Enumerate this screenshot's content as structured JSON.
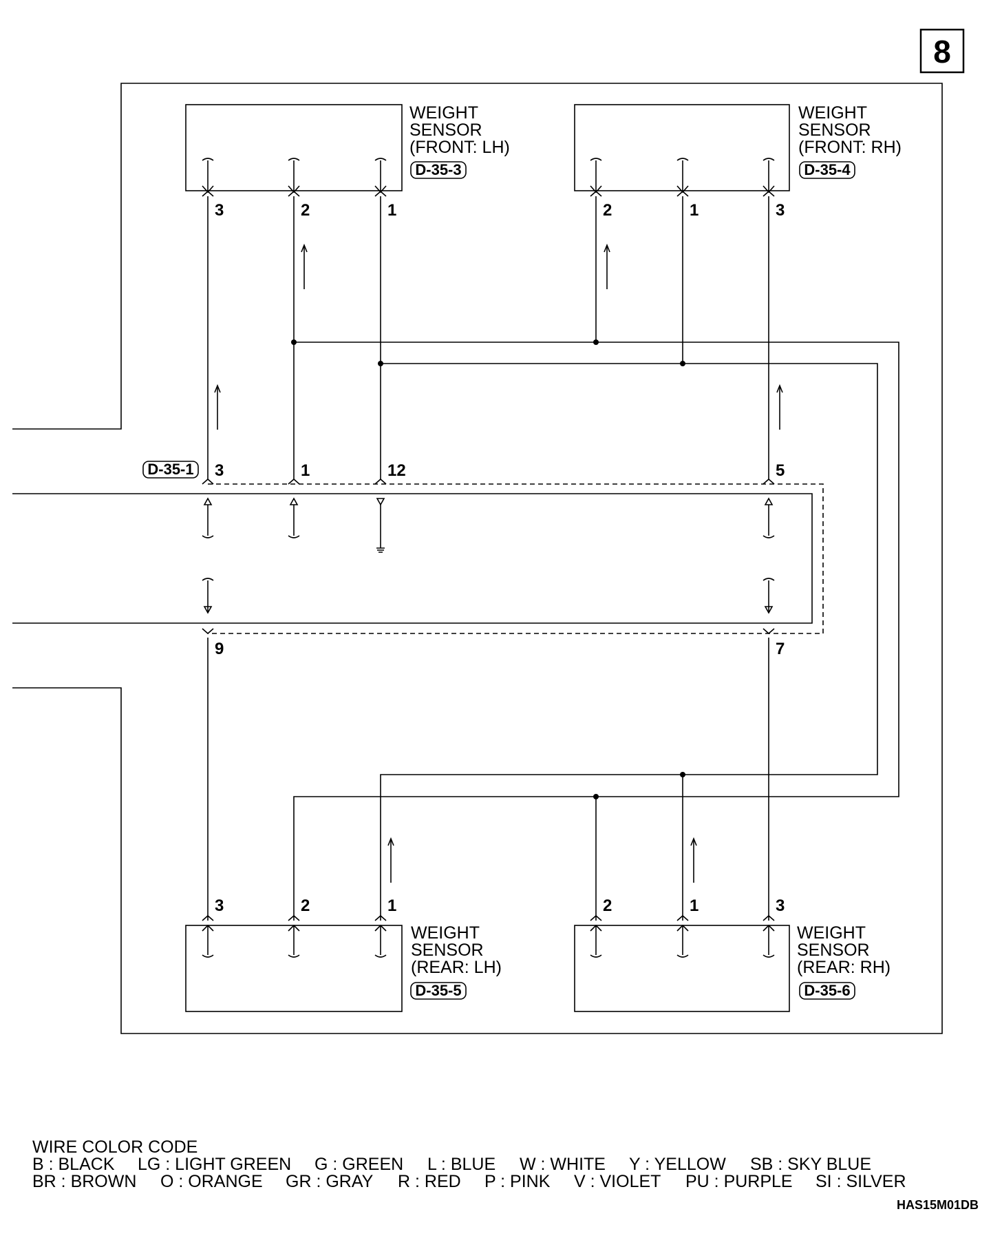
{
  "page_number": "8",
  "components": {
    "front_lh": {
      "lines": [
        "WEIGHT",
        "SENSOR",
        "(FRONT: LH)"
      ],
      "code": "D-35-3",
      "pins": [
        "3",
        "2",
        "1"
      ]
    },
    "front_rh": {
      "lines": [
        "WEIGHT",
        "SENSOR",
        "(FRONT: RH)"
      ],
      "code": "D-35-4",
      "pins": [
        "2",
        "1",
        "3"
      ]
    },
    "rear_lh": {
      "lines": [
        "WEIGHT",
        "SENSOR",
        "(REAR: LH)"
      ],
      "code": "D-35-5",
      "pins": [
        "3",
        "2",
        "1"
      ]
    },
    "rear_rh": {
      "lines": [
        "WEIGHT",
        "SENSOR",
        "(REAR: RH)"
      ],
      "code": "D-35-6",
      "pins": [
        "2",
        "1",
        "3"
      ]
    }
  },
  "main_connector": {
    "code": "D-35-1",
    "top_pins": [
      "3",
      "1",
      "12",
      "5"
    ],
    "bottom_pins": [
      "9",
      "7"
    ]
  },
  "legend": {
    "title": "WIRE COLOR CODE",
    "row1": [
      {
        "code": "B",
        "name": "BLACK"
      },
      {
        "code": "LG",
        "name": "LIGHT GREEN"
      },
      {
        "code": "G",
        "name": "GREEN"
      },
      {
        "code": "L",
        "name": "BLUE"
      },
      {
        "code": "W",
        "name": "WHITE"
      },
      {
        "code": "Y",
        "name": "YELLOW"
      },
      {
        "code": "SB",
        "name": "SKY BLUE"
      }
    ],
    "row2": [
      {
        "code": "BR",
        "name": "BROWN"
      },
      {
        "code": "O",
        "name": "ORANGE"
      },
      {
        "code": "GR",
        "name": "GRAY"
      },
      {
        "code": "R",
        "name": "RED"
      },
      {
        "code": "P",
        "name": "PINK"
      },
      {
        "code": "V",
        "name": "VIOLET"
      },
      {
        "code": "PU",
        "name": "PURPLE"
      },
      {
        "code": "SI",
        "name": "SILVER"
      }
    ]
  },
  "reference_code": "HAS15M01DB",
  "colors": {
    "line": "#000000",
    "background": "#ffffff"
  }
}
